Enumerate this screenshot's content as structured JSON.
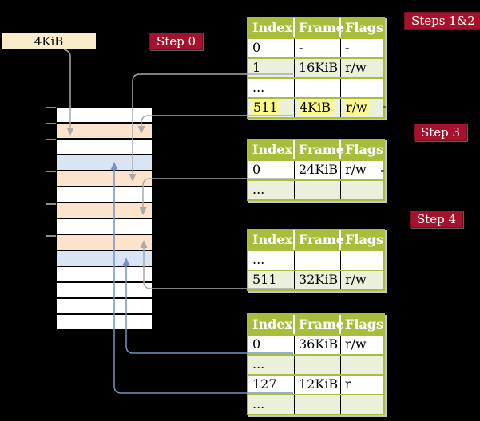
{
  "frame_box": {
    "label": "4KiB"
  },
  "badges": {
    "step0": "Step 0",
    "steps_1_2": "Steps 1&2",
    "step3": "Step 3",
    "step4": "Step 4"
  },
  "memory_stack": {
    "rows": [
      "free_frame",
      "pagetable_frame",
      "free_frame",
      "data_frame",
      "pagetable_frame",
      "free_frame",
      "pagetable_frame",
      "free_frame",
      "pagetable_frame",
      "data_frame",
      "free_frame",
      "free_frame",
      "free_frame",
      "free_frame"
    ]
  },
  "tables": [
    {
      "headers": [
        "Index",
        "Frame",
        "Flags"
      ],
      "rows": [
        [
          "0",
          "-",
          "-"
        ],
        [
          "1",
          "16KiB",
          "r/w"
        ],
        [
          "...",
          "",
          ""
        ],
        [
          "511",
          "4KiB",
          "r/w"
        ]
      ],
      "highlight_row": 3
    },
    {
      "headers": [
        "Index",
        "Frame",
        "Flags"
      ],
      "rows": [
        [
          "0",
          "24KiB",
          "r/w"
        ],
        [
          "...",
          "",
          ""
        ]
      ],
      "highlight_row": -1
    },
    {
      "headers": [
        "Index",
        "Frame",
        "Flags"
      ],
      "rows": [
        [
          "...",
          "",
          ""
        ],
        [
          "511",
          "32KiB",
          "r/w"
        ]
      ],
      "highlight_row": -1
    },
    {
      "headers": [
        "Index",
        "Frame",
        "Flags"
      ],
      "rows": [
        [
          "0",
          "36KiB",
          "r/w"
        ],
        [
          "...",
          "",
          ""
        ],
        [
          "127",
          "12KiB",
          "r"
        ],
        [
          "...",
          "",
          ""
        ]
      ],
      "highlight_row": -1
    }
  ],
  "colors": {
    "background": "#000000",
    "frame_box_bg": "#FAECC8",
    "pagetable_frame": "#FCE4CC",
    "data_frame": "#D9E5F3",
    "free_frame": "#FFFFFF",
    "table_green": "#A6BE3B",
    "table_row_alt": "#EAF0DA",
    "highlight_yellow": "#FDF98F",
    "badge_red": "#A5122B",
    "arrow_gray": "#A9A9A9",
    "arrow_blue": "#7493C4"
  }
}
